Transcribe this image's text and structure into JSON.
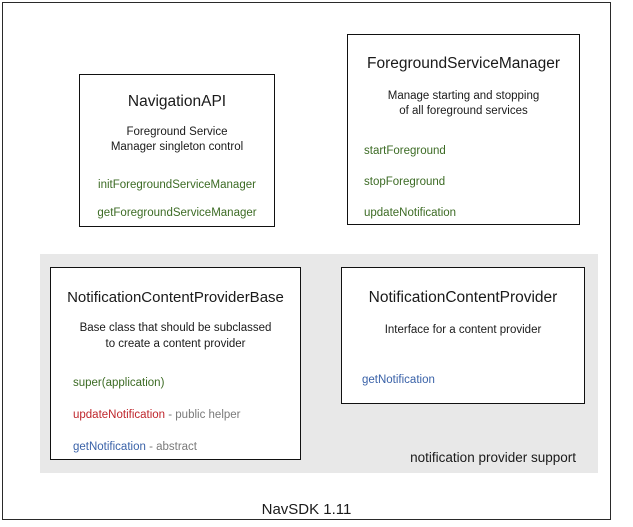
{
  "diagram": {
    "footer_label": "NavSDK 1.11",
    "group_panel": {
      "caption": "notification provider support"
    },
    "colors": {
      "green": "#3c6b24",
      "blue": "#3a62a8",
      "red": "#bf262c",
      "note_gray": "#7a7a7a",
      "panel_gray": "#e8e8e8",
      "text": "#1a1a1a",
      "border": "#111111"
    },
    "boxes": [
      {
        "id": "navigation-api",
        "title": "NavigationAPI",
        "description": "Foreground Service\nManager singleton control",
        "members": [
          {
            "name": "initForegroundServiceManager",
            "color": "green",
            "note": ""
          },
          {
            "name": "getForegroundServiceManager",
            "color": "green",
            "note": ""
          }
        ]
      },
      {
        "id": "foreground-service-manager",
        "title": "ForegroundServiceManager",
        "description": "Manage starting and stopping\nof all foreground services",
        "members": [
          {
            "name": "startForeground",
            "color": "green",
            "note": ""
          },
          {
            "name": "stopForeground",
            "color": "green",
            "note": ""
          },
          {
            "name": "updateNotification",
            "color": "green",
            "note": ""
          }
        ]
      },
      {
        "id": "notification-content-provider-base",
        "title": "NotificationContentProviderBase",
        "description": "Base class that should be subclassed\nto create a content provider",
        "members": [
          {
            "name": "super(application)",
            "color": "green",
            "note": ""
          },
          {
            "name": "updateNotification",
            "color": "red",
            "note": " - public helper"
          },
          {
            "name": "getNotification",
            "color": "blue",
            "note": " - abstract"
          }
        ]
      },
      {
        "id": "notification-content-provider",
        "title": "NotificationContentProvider",
        "description": "Interface for a content provider",
        "members": [
          {
            "name": "getNotification",
            "color": "blue",
            "note": ""
          }
        ]
      }
    ]
  }
}
